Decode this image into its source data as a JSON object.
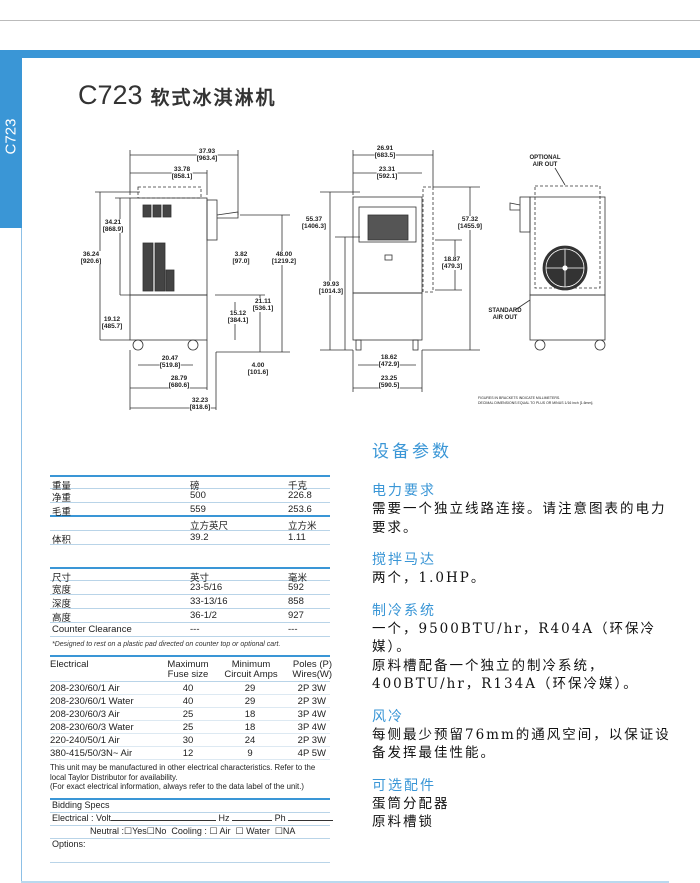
{
  "tab_label": "C723",
  "title": {
    "model": "C723",
    "name": "软式冰淇淋机"
  },
  "drawing": {
    "side": [
      [
        "37.93",
        "[963.4]"
      ],
      [
        "33.78",
        "[858.1]"
      ],
      [
        "34.21",
        "[868.9]"
      ],
      [
        "36.24",
        "[920.6]"
      ],
      [
        "3.82",
        "[97.0]"
      ],
      [
        "48.00",
        "[1219.2]"
      ],
      [
        "21.11",
        "[536.1]"
      ],
      [
        "15.12",
        "[384.1]"
      ],
      [
        "19.12",
        "[485.7]"
      ],
      [
        "20.47",
        "[519.8]"
      ],
      [
        "4.00",
        "[101.6]"
      ],
      [
        "28.79",
        "[680.6]"
      ],
      [
        "32.23",
        "[818.6]"
      ]
    ],
    "front": [
      [
        "26.91",
        "[683.5]"
      ],
      [
        "23.31",
        "[592.1]"
      ],
      [
        "55.37",
        "[1406.3]"
      ],
      [
        "57.32",
        "[1455.9]"
      ],
      [
        "18.87",
        "[479.3]"
      ],
      [
        "39.93",
        "[1014.3]"
      ],
      [
        "18.62",
        "[472.9]"
      ],
      [
        "23.25",
        "[590.5]"
      ]
    ],
    "optional_air_out": [
      "OPTIONAL",
      "AIR OUT"
    ],
    "standard_air_out": [
      "STANDARD",
      "AIR OUT"
    ],
    "footnote": [
      "FIGURES IN BRACKETS INDICATE MILLIMETERS.",
      "DECIMAL DIMENSIONS EQUAL TO PLUS OR MINUS 1/16 inch [1.6mm]."
    ]
  },
  "weight": {
    "header": [
      "重量",
      "磅",
      "千克"
    ],
    "rows": [
      [
        "净重",
        "500",
        "226.8"
      ],
      [
        "毛重",
        "559",
        "253.6"
      ]
    ],
    "vol_header": [
      "",
      "立方英尺",
      "立方米"
    ],
    "vol_row": [
      "体积",
      "39.2",
      "1.11"
    ]
  },
  "dimensions": {
    "header": [
      "尺寸",
      "英寸",
      "毫米"
    ],
    "rows": [
      [
        "宽度",
        "23-5/16",
        "592"
      ],
      [
        "深度",
        "33-13/16",
        "858"
      ],
      [
        "高度",
        "36-1/2",
        "927"
      ],
      [
        "Counter Clearance",
        "---",
        "---"
      ]
    ],
    "note": "*Designed to rest on a plastic pad directed on counter top or optional cart."
  },
  "electrical": {
    "header": [
      "Electrical",
      "Maximum\nFuse size",
      "Minimum\nCircuit Amps",
      "Poles (P)\nWires(W)"
    ],
    "rows": [
      [
        "208-230/60/1 Air",
        "40",
        "29",
        "2P 3W"
      ],
      [
        "208-230/60/1 Water",
        "40",
        "29",
        "2P 3W"
      ],
      [
        "208-230/60/3 Air",
        "25",
        "18",
        "3P 4W"
      ],
      [
        "208-230/60/3 Water",
        "25",
        "18",
        "3P 4W"
      ],
      [
        "220-240/50/1 Air",
        "30",
        "24",
        "2P 3W"
      ],
      [
        "380-415/50/3N~ Air",
        "12",
        "9",
        "4P 5W"
      ]
    ],
    "note1": "This unit may be manufactured in other electrical characteristics. Refer to the local Taylor Distributor for availability.",
    "note2": "(For exact electrical information, always refer to the data label of the unit.)"
  },
  "bidding": {
    "title": "Bidding Specs",
    "electrical": "Electrical : Volt",
    "hz": "Hz",
    "ph": "Ph",
    "neutral": "Neutral :",
    "yes": "Yes",
    "no": "No",
    "cooling": "Cooling :",
    "air": "Air",
    "water": "Water",
    "na": "NA",
    "options": "Options:"
  },
  "spec": {
    "title": "设备参数",
    "sections": [
      {
        "heading": "电力要求",
        "lines": [
          "需要一个独立线路连接。请注意图表的电力要求。"
        ]
      },
      {
        "heading": "搅拌马达",
        "lines": [
          "两个，1.0HP。"
        ]
      },
      {
        "heading": "制冷系统",
        "lines": [
          "一个，9500BTU/hr，R404A（环保冷媒）。",
          "原料槽配备一个独立的制冷系统，400BTU/hr，R134A（环保冷媒）。"
        ]
      },
      {
        "heading": "风冷",
        "lines": [
          "每侧最少预留76mm的通风空间，以保证设备发挥最佳性能。"
        ]
      },
      {
        "heading": "可选配件",
        "lines": [
          "蛋筒分配器",
          "原料槽锁"
        ]
      }
    ]
  },
  "colors": {
    "accent": "#3a96d6"
  }
}
